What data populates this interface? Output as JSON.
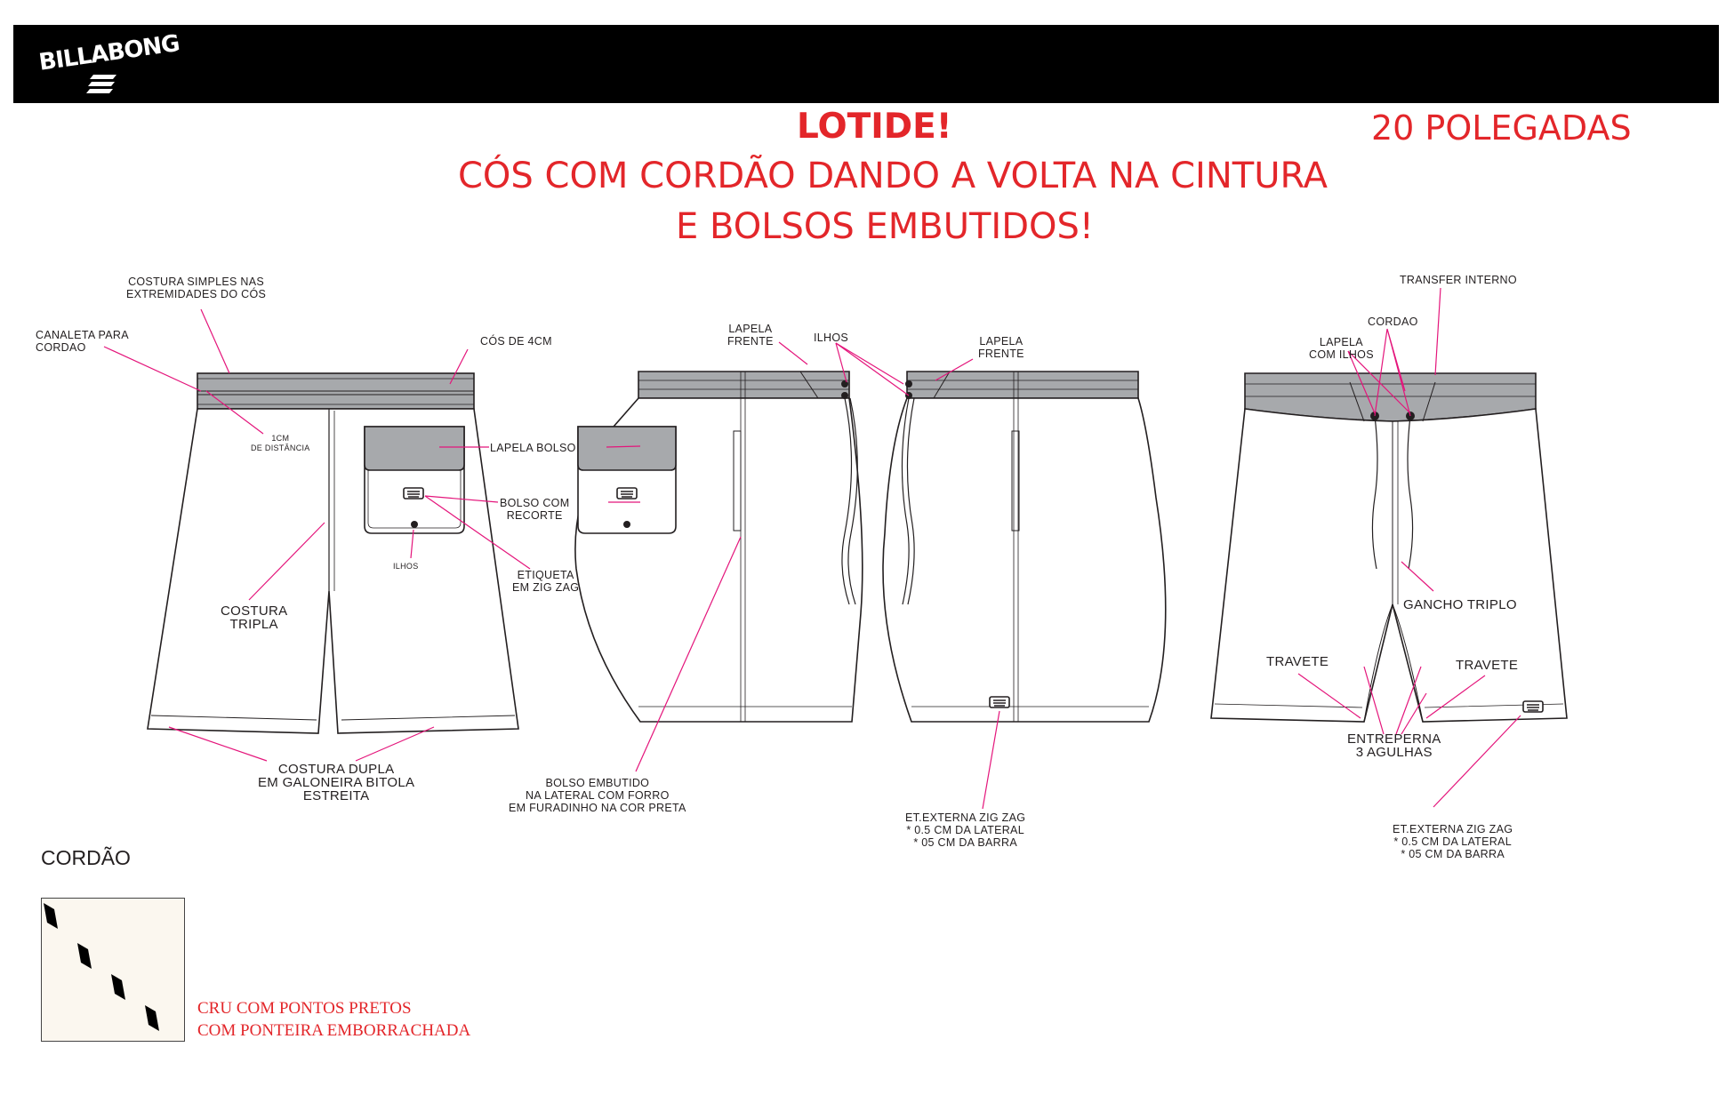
{
  "brand": {
    "logo_text": "BILLABONG"
  },
  "titles": {
    "main": "LOTIDE!",
    "size": "20 POLEGADAS",
    "line2": "CÓS COM CORDÃO DANDO A VOLTA NA CINTURA",
    "line3": "E BOLSOS EMBUTIDOS!"
  },
  "labels": {
    "costura_simples": [
      "COSTURA SIMPLES NAS",
      "EXTREMIDADES DO CÓS"
    ],
    "canaleta": [
      "CANALETA PARA",
      "CORDAO"
    ],
    "cos_4cm": "CÓS DE 4CM",
    "distancia": [
      "1CM",
      "DE DISTÂNCIA"
    ],
    "lapela_bolso": "LAPELA BOLSO",
    "bolso_recorte": [
      "BOLSO COM",
      "RECORTE"
    ],
    "etiqueta": [
      "ETIQUETA",
      "EM ZIG ZAG"
    ],
    "ilhos_small": "ILHOS",
    "costura_tripla": [
      "COSTURA",
      "TRIPLA"
    ],
    "costura_dupla": [
      "COSTURA DUPLA",
      "EM GALONEIRA BITOLA",
      "ESTREITA"
    ],
    "lapela_frente_left": [
      "LAPELA",
      "FRENTE"
    ],
    "ilhos": "ILHOS",
    "lapela_frente_right": [
      "LAPELA",
      "FRENTE"
    ],
    "bolso_embutido": [
      "BOLSO EMBUTIDO",
      "NA LATERAL COM FORRO",
      "EM FURADINHO NA COR PRETA"
    ],
    "et_externa_side": [
      "ET.EXTERNA ZIG ZAG",
      "* 0.5 CM DA LATERAL",
      "* 05 CM DA BARRA"
    ],
    "transfer_interno": "TRANSFER INTERNO",
    "cordao": "CORDAO",
    "lapela_ilhos": [
      "LAPELA",
      "COM ILHOS"
    ],
    "gancho_triplo": "GANCHO TRIPLO",
    "travete_left": "TRAVETE",
    "travete_right": "TRAVETE",
    "entreperna": [
      "ENTREPERNA",
      "3 AGULHAS"
    ],
    "et_externa_back": [
      "ET.EXTERNA ZIG ZAG",
      "* 0.5 CM DA LATERAL",
      "* 05 CM DA BARRA"
    ]
  },
  "cordao": {
    "title": "CORDÃO",
    "note": [
      "CRU COM PONTOS PRETOS",
      "COM PONTEIRA EMBORRACHADA"
    ]
  },
  "colors": {
    "title_red": "#e3262a",
    "leader_pink": "#e4157b",
    "waistband_gray": "#a7a9ac",
    "cord_swatch_bg": "#fbf7ef"
  }
}
